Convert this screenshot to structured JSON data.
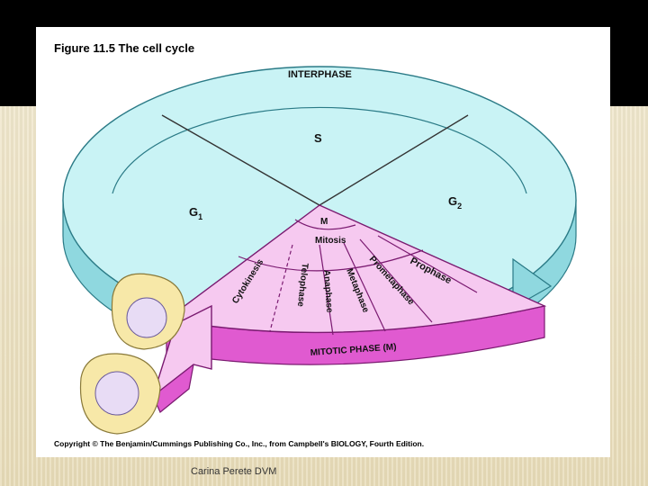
{
  "figure_title": "Figure 11.5  The cell cycle",
  "labels": {
    "interphase": "INTERPHASE",
    "s": "S",
    "g1": "G",
    "g1_sub": "1",
    "g2": "G",
    "g2_sub": "2",
    "m": "M",
    "mitosis": "Mitosis",
    "prophase": "Prophase",
    "prometaphase": "Prometaphase",
    "metaphase": "Metaphase",
    "anaphase": "Anaphase",
    "telophase": "Telophase",
    "cytokinesis": "Cytokinesis",
    "mitotic_phase": "MITOTIC PHASE (M)"
  },
  "copyright": "Copyright © The Benjamin/Cummings Publishing Co., Inc., from Campbell's BIOLOGY, Fourth Edition.",
  "footer": "Carina Perete DVM",
  "colors": {
    "interphase_fill": "#c9f3f5",
    "interphase_side": "#8fd8df",
    "mitotic_fill": "#f6c9f0",
    "mitotic_side": "#e05ad0",
    "cell_fill": "#f7e8a8",
    "nucleus_fill": "#e8dcf5"
  }
}
